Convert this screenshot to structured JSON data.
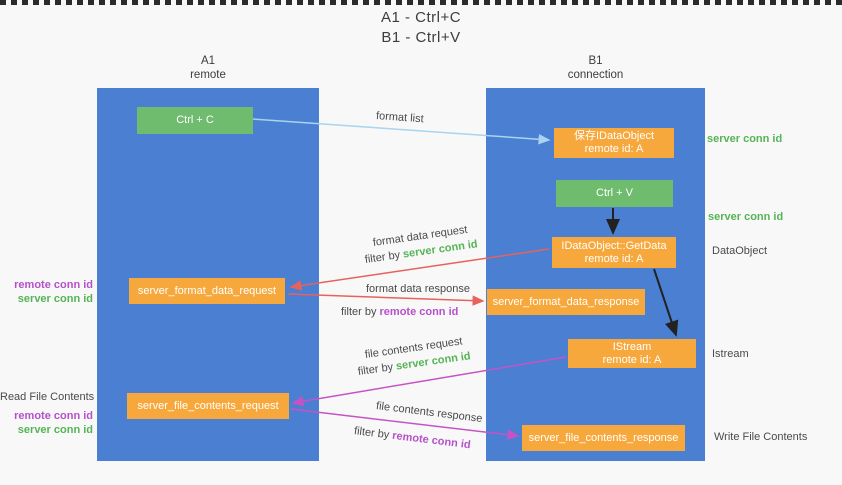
{
  "title": {
    "line1": "A1 - Ctrl+C",
    "line2": "B1 - Ctrl+V"
  },
  "lanes": {
    "a1": {
      "name": "A1",
      "role": "remote"
    },
    "b1": {
      "name": "B1",
      "role": "connection"
    }
  },
  "boxes": {
    "ctrl_c": "Ctrl + C",
    "ctrl_v": "Ctrl + V",
    "save_dataobject": {
      "line1": "保存IDataObject",
      "line2": "remote id: A"
    },
    "getdata": {
      "line1": "IDataObject::GetData",
      "line2": "remote id: A"
    },
    "format_request": "server_format_data_request",
    "format_response": "server_format_data_response",
    "istream": {
      "line1": "IStream",
      "line2": "remote id: A"
    },
    "file_request": "server_file_contents_request",
    "file_response": "server_file_contents_response"
  },
  "arrow_labels": {
    "format_list": "format list",
    "format_data_request": "format data request",
    "filter_server_1": {
      "prefix": "filter by ",
      "id": "server conn id"
    },
    "format_data_response": "format data response",
    "filter_remote_1": {
      "prefix": "filter by ",
      "id": "remote conn id"
    },
    "file_contents_request": "file contents request",
    "filter_server_2": {
      "prefix": "filter by ",
      "id": "server conn id"
    },
    "file_contents_response": "file contents response",
    "filter_remote_2": {
      "prefix": "filter by ",
      "id": "remote conn id"
    }
  },
  "side_labels": {
    "server_conn_top": "server conn id",
    "server_conn_mid": "server conn id",
    "dataobject": "DataObject",
    "istream": "Istream",
    "write_file_contents": "Write File Contents",
    "read_file_contents": "Read File Contents",
    "left_remote_1": "remote conn id",
    "left_server_1": "server conn id",
    "left_remote_2": "remote conn id",
    "left_server_2": "server conn id"
  },
  "colors": {
    "lane_blue": "#4a7fd2",
    "box_orange": "#f7a83c",
    "box_green": "#6fbc6f",
    "server_conn_green": "#55b455",
    "remote_conn_purple": "#b551c9",
    "arrow_red": "#e7625c",
    "arrow_magenta": "#c653c6",
    "arrow_lightblue": "#a8d4f0",
    "arrow_black": "#222222"
  }
}
